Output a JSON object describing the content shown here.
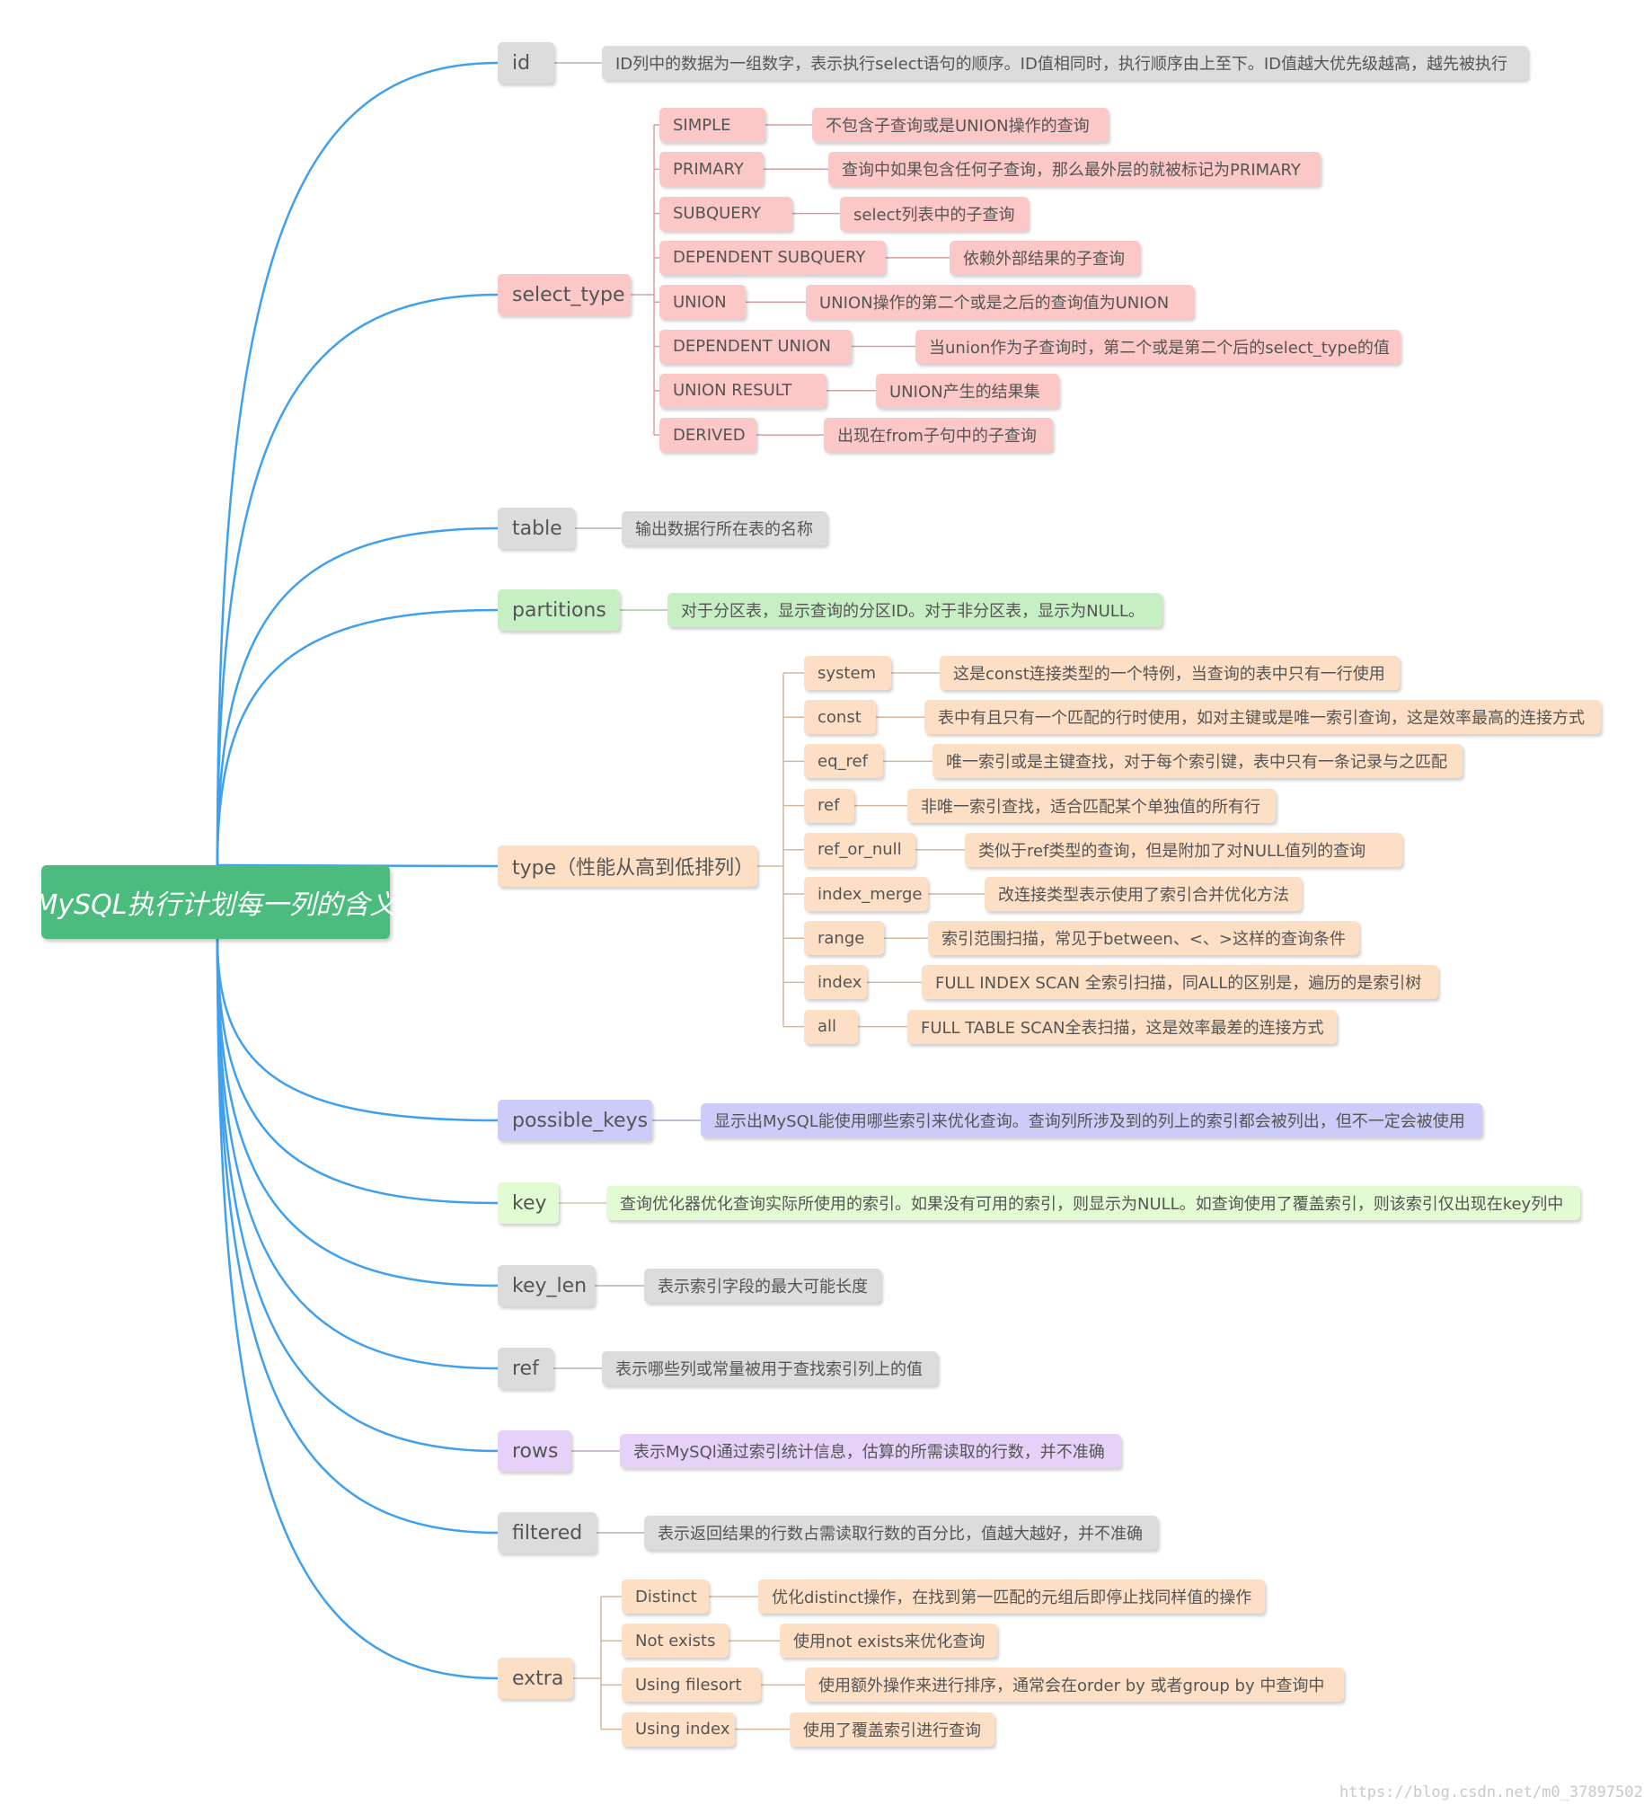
{
  "root": {
    "label": "MySQL执行计划每一列的含义"
  },
  "colors": {
    "root": "#4cbb7e",
    "connector": "#3fa0ef",
    "gray": "#dcdcdc",
    "pink": "#fbc7c7",
    "green": "#c6efc3",
    "peach": "#fcdfc4",
    "blue": "#cbcdf8",
    "lime": "#e3fbd2",
    "violet": "#e6d1f8"
  },
  "branches": [
    {
      "label": "id",
      "color": "gray",
      "desc": "ID列中的数据为一组数字，表示执行select语句的顺序。ID值相同时，执行顺序由上至下。ID值越大优先级越高，越先被执行"
    },
    {
      "label": "select_type",
      "color": "pink",
      "children": [
        {
          "label": "SIMPLE",
          "desc": "不包含子查询或是UNION操作的查询"
        },
        {
          "label": "PRIMARY",
          "desc": "查询中如果包含任何子查询，那么最外层的就被标记为PRIMARY"
        },
        {
          "label": "SUBQUERY",
          "desc": "select列表中的子查询"
        },
        {
          "label": "DEPENDENT SUBQUERY",
          "desc": "依赖外部结果的子查询"
        },
        {
          "label": "UNION",
          "desc": "UNION操作的第二个或是之后的查询值为UNION"
        },
        {
          "label": "DEPENDENT UNION",
          "desc": "当union作为子查询时，第二个或是第二个后的select_type的值"
        },
        {
          "label": "UNION RESULT",
          "desc": "UNION产生的结果集"
        },
        {
          "label": "DERIVED",
          "desc": "出现在from子句中的子查询"
        }
      ]
    },
    {
      "label": "table",
      "color": "gray",
      "desc": "输出数据行所在表的名称"
    },
    {
      "label": "partitions",
      "color": "green",
      "desc": "对于分区表，显示查询的分区ID。对于非分区表，显示为NULL。"
    },
    {
      "label": "type（性能从高到低排列）",
      "color": "peach",
      "children": [
        {
          "label": "system",
          "desc": "这是const连接类型的一个特例，当查询的表中只有一行使用"
        },
        {
          "label": "const",
          "desc": "表中有且只有一个匹配的行时使用，如对主键或是唯一索引查询，这是效率最高的连接方式"
        },
        {
          "label": "eq_ref",
          "desc": "唯一索引或是主键查找，对于每个索引键，表中只有一条记录与之匹配"
        },
        {
          "label": "ref",
          "desc": "非唯一索引查找，适合匹配某个单独值的所有行"
        },
        {
          "label": "ref_or_null",
          "desc": "类似于ref类型的查询，但是附加了对NULL值列的查询"
        },
        {
          "label": "index_merge",
          "desc": "改连接类型表示使用了索引合并优化方法"
        },
        {
          "label": "range",
          "desc": "索引范围扫描，常见于between、<、>这样的查询条件"
        },
        {
          "label": "index",
          "desc": "FULL INDEX SCAN 全索引扫描，同ALL的区别是，遍历的是索引树"
        },
        {
          "label": "all",
          "desc": "FULL TABLE SCAN全表扫描，这是效率最差的连接方式"
        }
      ]
    },
    {
      "label": "possible_keys",
      "color": "blue",
      "desc": "显示出MySQL能使用哪些索引来优化查询。查询列所涉及到的列上的索引都会被列出，但不一定会被使用"
    },
    {
      "label": "key",
      "color": "lime",
      "desc": "查询优化器优化查询实际所使用的索引。如果没有可用的索引，则显示为NULL。如查询使用了覆盖索引，则该索引仅出现在key列中"
    },
    {
      "label": "key_len",
      "color": "gray",
      "desc": "表示索引字段的最大可能长度"
    },
    {
      "label": "ref",
      "color": "gray",
      "desc": "表示哪些列或常量被用于查找索引列上的值"
    },
    {
      "label": "rows",
      "color": "violet",
      "desc": "表示MySQl通过索引统计信息，估算的所需读取的行数，并不准确"
    },
    {
      "label": "filtered",
      "color": "gray",
      "desc": "表示返回结果的行数占需读取行数的百分比，值越大越好，并不准确"
    },
    {
      "label": "extra",
      "color": "peach",
      "children": [
        {
          "label": "Distinct",
          "desc": "优化distinct操作，在找到第一匹配的元组后即停止找同样值的操作"
        },
        {
          "label": "Not exists",
          "desc": "使用not exists来优化查询"
        },
        {
          "label": "Using filesort",
          "desc": "使用额外操作来进行排序，通常会在order by 或者group by 中查询中"
        },
        {
          "label": "Using index",
          "desc": "使用了覆盖索引进行查询"
        }
      ]
    }
  ],
  "watermark": "https://blog.csdn.net/m0_37897502"
}
